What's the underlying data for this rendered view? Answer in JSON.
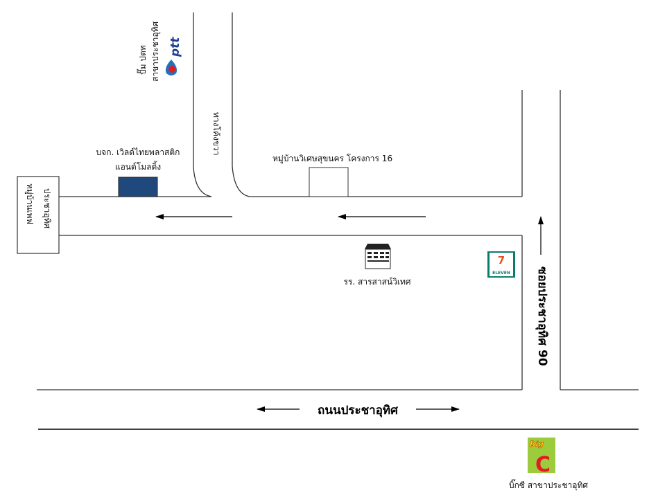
{
  "map": {
    "ptt": {
      "name": "ปั๊ม ปตท",
      "branch": "สาขาประชาอุทิศ",
      "logo_text": "ptt"
    },
    "curve_label": "ทางโค้งขวา",
    "factory": {
      "line1": "บจก. เวิลด์ไทยพลาสติก",
      "line2": "แอนด์โมลดิ้ง",
      "color": "#1f497d"
    },
    "village_left": {
      "line1": "หมู่บ้านเพฟ",
      "line2": "ประชาอุทิศ"
    },
    "village_project": "หมู่บ้านวิเศษสุขนคร โครงการ 16",
    "school": "รร. สารสาสน์วิเทศ",
    "seven_eleven": {
      "logo_text": "ELEVEN",
      "logo_number": "7"
    },
    "soi": "ซอยประชาอุทิศ 90",
    "main_road": "ถนนประชาอุทิศ",
    "bigc": {
      "label": "บิ๊กซี สาขาประชาอุทิศ",
      "logo_big": "Big",
      "logo_c": "C"
    }
  }
}
